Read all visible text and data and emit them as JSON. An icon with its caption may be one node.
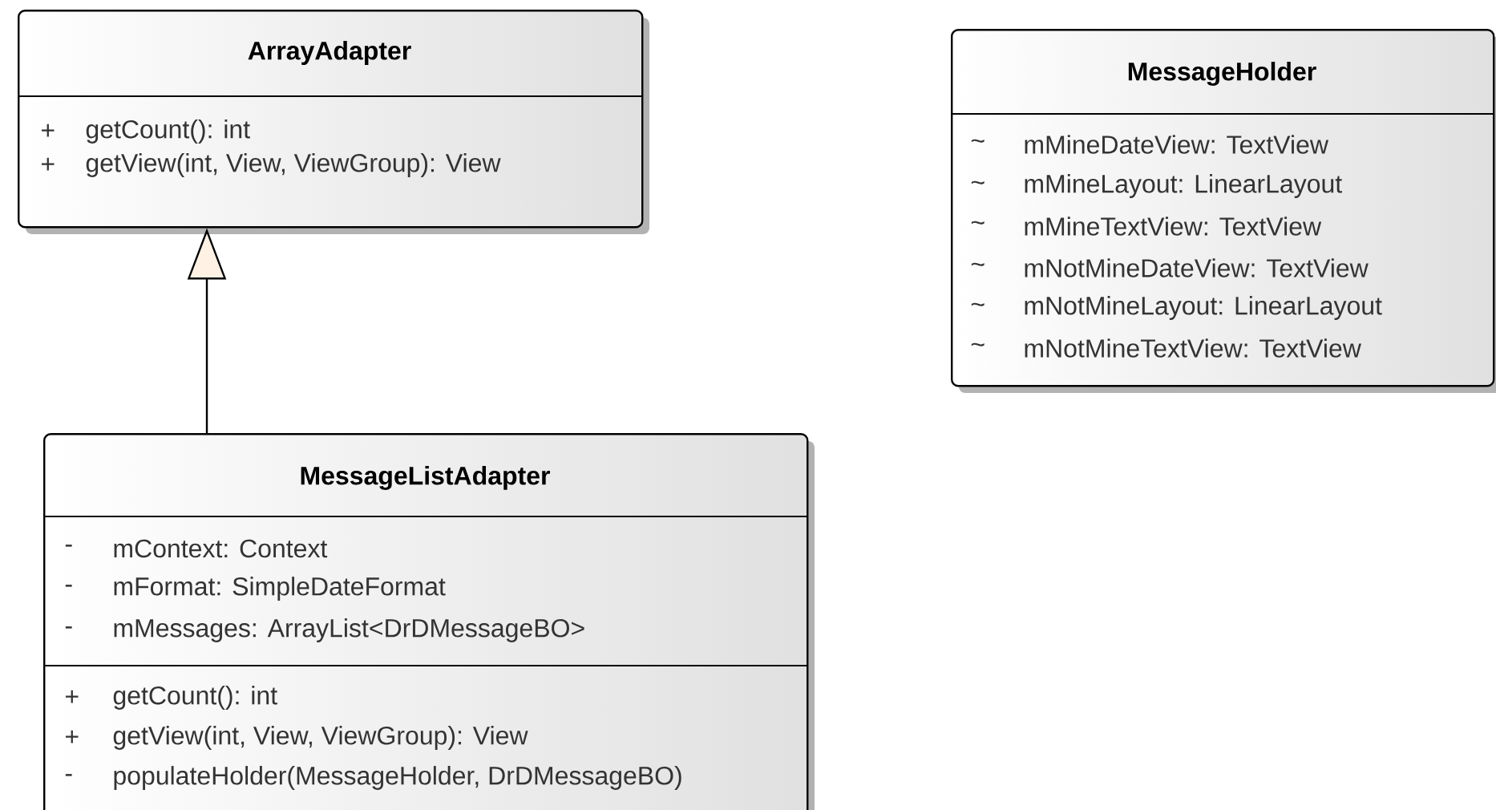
{
  "diagram": {
    "nodes": [
      {
        "text": [
          "ArrayAdapter",
          "+",
          "getCount(): int",
          "+",
          "getView(int, View, ViewGroup): View"
        ]
      },
      {
        "text": [
          "MessageHolder",
          "~",
          "mMineDateView: TextView",
          "~",
          "mMineLayout: LinearLayout",
          "~",
          "mMineTextView: TextView",
          "~",
          "mNotMineDateView: TextView",
          "~",
          "mNotMineLayout: LinearLayout",
          "~",
          "mNotMineTextView: TextView"
        ]
      },
      {
        "text": [
          "MessageListAdapter",
          "-",
          "mContext: Context",
          "-",
          "mFormat: SimpleDateFormat",
          "-",
          "mMessages: ArrayList<DrDMessageBO>",
          "+",
          "getCount(): int",
          "+",
          "getView(int, View, ViewGroup): View",
          "-",
          "populateHolder(MessageHolder, DrDMessageBO)"
        ]
      }
    ],
    "edges": [
      {
        "from": 2,
        "to": 0,
        "arrow": "to"
      }
    ]
  }
}
